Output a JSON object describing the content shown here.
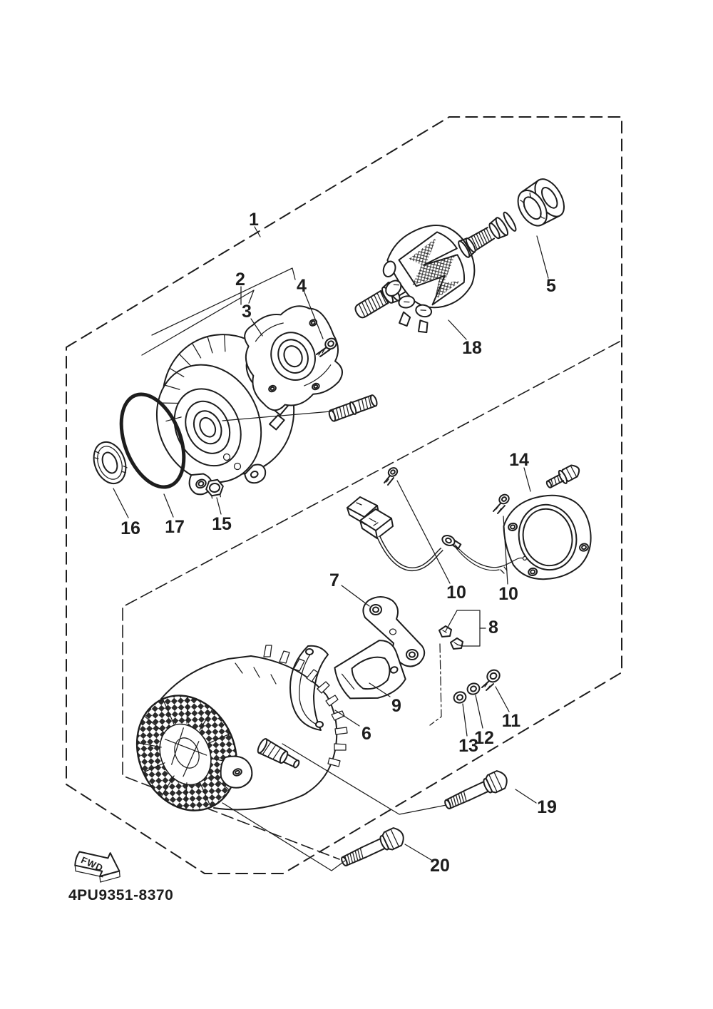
{
  "page": {
    "background_color": "#ffffff",
    "line_color": "#1d1d1d"
  },
  "diagram": {
    "drawing_number": "4PU9351-8370",
    "fwd_tag_label": "FWD",
    "callouts": [
      {
        "label": "1"
      },
      {
        "label": "2"
      },
      {
        "label": "3"
      },
      {
        "label": "4"
      },
      {
        "label": "5"
      },
      {
        "label": "6"
      },
      {
        "label": "7"
      },
      {
        "label": "8"
      },
      {
        "label": "9"
      },
      {
        "label": "10"
      },
      {
        "label": "10"
      },
      {
        "label": "11"
      },
      {
        "label": "12"
      },
      {
        "label": "13"
      },
      {
        "label": "14"
      },
      {
        "label": "15"
      },
      {
        "label": "16"
      },
      {
        "label": "17"
      },
      {
        "label": "18"
      },
      {
        "label": "19"
      },
      {
        "label": "20"
      }
    ]
  }
}
